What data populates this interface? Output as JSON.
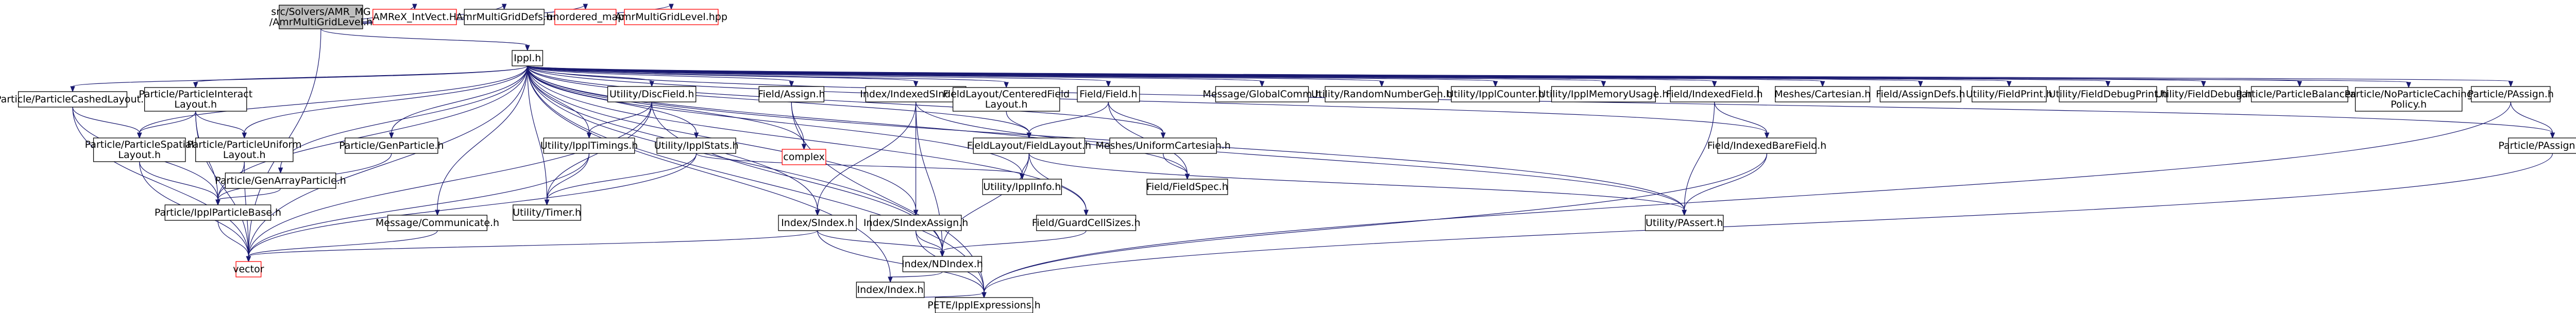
{
  "colors": {
    "root_fill": "#bfbfbf",
    "node_border": "#000000",
    "missing_border": "#ff0000",
    "edge": "#191970",
    "background": "#ffffff"
  },
  "nodes": [
    {
      "id": "root",
      "label": [
        "src/Solvers/AMR_MG",
        "/AmrMultiGridLevel.h"
      ],
      "kind": "root"
    },
    {
      "id": "AMReXinterface",
      "label": [
        "AMReX_IntVect.H"
      ],
      "kind": "missing"
    },
    {
      "id": "AmrMultiGridDefs",
      "label": [
        "AmrMultiGridDefs.h"
      ],
      "kind": "normal"
    },
    {
      "id": "unordered_map",
      "label": [
        "unordered_map"
      ],
      "kind": "missing"
    },
    {
      "id": "AmrMultiGridLevel_hpp",
      "label": [
        "AmrMultiGridLevel.hpp"
      ],
      "kind": "missing"
    },
    {
      "id": "Ippl",
      "label": [
        "Ippl.h"
      ],
      "kind": "normal"
    },
    {
      "id": "PCCL",
      "label": [
        "Particle/ParticleCashedLayout.h"
      ],
      "kind": "normal"
    },
    {
      "id": "PIL",
      "label": [
        "Particle/ParticleInteract",
        "Layout.h"
      ],
      "kind": "normal"
    },
    {
      "id": "PSL",
      "label": [
        "Particle/ParticleSpatial",
        "Layout.h"
      ],
      "kind": "normal"
    },
    {
      "id": "PUL",
      "label": [
        "Particle/ParticleUniform",
        "Layout.h"
      ],
      "kind": "normal"
    },
    {
      "id": "PGAP",
      "label": [
        "Particle/GenArrayParticle.h"
      ],
      "kind": "normal"
    },
    {
      "id": "PGP",
      "label": [
        "Particle/GenParticle.h"
      ],
      "kind": "normal"
    },
    {
      "id": "IPB",
      "label": [
        "Particle/IpplParticleBase.h"
      ],
      "kind": "normal"
    },
    {
      "id": "vector",
      "label": [
        "vector"
      ],
      "kind": "missing"
    },
    {
      "id": "UDiscField",
      "label": [
        "Utility/DiscField.h"
      ],
      "kind": "normal"
    },
    {
      "id": "UIpplTimings",
      "label": [
        "Utility/IpplTimings.h"
      ],
      "kind": "normal"
    },
    {
      "id": "UTimer",
      "label": [
        "Utility/Timer.h"
      ],
      "kind": "normal"
    },
    {
      "id": "MComm",
      "label": [
        "Message/Communicate.h"
      ],
      "kind": "normal"
    },
    {
      "id": "UIpplStats",
      "label": [
        "Utility/IpplStats.h"
      ],
      "kind": "normal"
    },
    {
      "id": "FAssign",
      "label": [
        "Field/Assign.h"
      ],
      "kind": "normal"
    },
    {
      "id": "complex",
      "label": [
        "complex"
      ],
      "kind": "missing"
    },
    {
      "id": "IIndexedSIndex",
      "label": [
        "Index/IndexedSIndex.h"
      ],
      "kind": "normal"
    },
    {
      "id": "ISIndex",
      "label": [
        "Index/SIndex.h"
      ],
      "kind": "normal"
    },
    {
      "id": "ISIndexAssign",
      "label": [
        "Index/SIndexAssign.h"
      ],
      "kind": "normal"
    },
    {
      "id": "INDIndex",
      "label": [
        "Index/NDIndex.h"
      ],
      "kind": "normal"
    },
    {
      "id": "IIndex",
      "label": [
        "Index/Index.h"
      ],
      "kind": "normal"
    },
    {
      "id": "PETE",
      "label": [
        "PETE/IpplExpressions.h"
      ],
      "kind": "normal"
    },
    {
      "id": "FLCFL",
      "label": [
        "FieldLayout/CenteredField",
        "Layout.h"
      ],
      "kind": "normal"
    },
    {
      "id": "FLFL",
      "label": [
        "FieldLayout/FieldLayout.h"
      ],
      "kind": "normal"
    },
    {
      "id": "UIpplInfo",
      "label": [
        "Utility/IpplInfo.h"
      ],
      "kind": "normal"
    },
    {
      "id": "FGCS",
      "label": [
        "Field/GuardCellSizes.h"
      ],
      "kind": "normal"
    },
    {
      "id": "FField",
      "label": [
        "Field/Field.h"
      ],
      "kind": "normal"
    },
    {
      "id": "MCartesian",
      "label": [
        "Meshes/UniformCartesian.h"
      ],
      "kind": "normal"
    },
    {
      "id": "FFieldSpec",
      "label": [
        "Field/FieldSpec.h"
      ],
      "kind": "normal"
    },
    {
      "id": "MGlobalComm",
      "label": [
        "Message/GlobalComm.h"
      ],
      "kind": "normal"
    },
    {
      "id": "URNG",
      "label": [
        "Utility/RandomNumberGen.h"
      ],
      "kind": "normal"
    },
    {
      "id": "UIpplCounter",
      "label": [
        "Utility/IpplCounter.h"
      ],
      "kind": "normal"
    },
    {
      "id": "UIpplMem",
      "label": [
        "Utility/IpplMemoryUsage.h"
      ],
      "kind": "normal"
    },
    {
      "id": "FIndexedField",
      "label": [
        "Field/IndexedField.h"
      ],
      "kind": "normal"
    },
    {
      "id": "FIBF",
      "label": [
        "Field/IndexedBareField.h"
      ],
      "kind": "normal"
    },
    {
      "id": "UPAssert",
      "label": [
        "Utility/PAssert.h"
      ],
      "kind": "normal"
    },
    {
      "id": "MCart",
      "label": [
        "Meshes/Cartesian.h"
      ],
      "kind": "normal"
    },
    {
      "id": "FAssignDefs",
      "label": [
        "Field/AssignDefs.h"
      ],
      "kind": "normal"
    },
    {
      "id": "UFieldPrint",
      "label": [
        "Utility/FieldPrint.h"
      ],
      "kind": "normal"
    },
    {
      "id": "UFieldDebugPrint",
      "label": [
        "Utility/FieldDebugPrint.h"
      ],
      "kind": "normal"
    },
    {
      "id": "UFieldDebug",
      "label": [
        "Utility/FieldDebug.h"
      ],
      "kind": "normal"
    },
    {
      "id": "PBalancer",
      "label": [
        "Particle/ParticleBalancer.h"
      ],
      "kind": "normal"
    },
    {
      "id": "PNoCaching",
      "label": [
        "Particle/NoParticleCaching",
        "Policy.h"
      ],
      "kind": "normal"
    },
    {
      "id": "PPAssign",
      "label": [
        "Particle/PAssign.h"
      ],
      "kind": "normal"
    },
    {
      "id": "PPAssignDefs",
      "label": [
        "Particle/PAssignDefs.h"
      ],
      "kind": "normal"
    }
  ],
  "edges": [
    [
      "root",
      "AMReXinterface"
    ],
    [
      "root",
      "AmrMultiGridDefs"
    ],
    [
      "root",
      "unordered_map"
    ],
    [
      "root",
      "AmrMultiGridLevel_hpp"
    ],
    [
      "root",
      "Ippl"
    ],
    [
      "root",
      "vector"
    ],
    [
      "Ippl",
      "PCCL"
    ],
    [
      "Ippl",
      "PIL"
    ],
    [
      "Ippl",
      "PSL"
    ],
    [
      "Ippl",
      "PUL"
    ],
    [
      "Ippl",
      "PGAP"
    ],
    [
      "Ippl",
      "PGP"
    ],
    [
      "Ippl",
      "IPB"
    ],
    [
      "Ippl",
      "UDiscField"
    ],
    [
      "Ippl",
      "UIpplTimings"
    ],
    [
      "Ippl",
      "UTimer"
    ],
    [
      "Ippl",
      "MComm"
    ],
    [
      "Ippl",
      "UIpplStats"
    ],
    [
      "Ippl",
      "FAssign"
    ],
    [
      "Ippl",
      "complex"
    ],
    [
      "Ippl",
      "IIndexedSIndex"
    ],
    [
      "Ippl",
      "ISIndex"
    ],
    [
      "Ippl",
      "ISIndexAssign"
    ],
    [
      "Ippl",
      "INDIndex"
    ],
    [
      "Ippl",
      "IIndex"
    ],
    [
      "Ippl",
      "PETE"
    ],
    [
      "Ippl",
      "FLCFL"
    ],
    [
      "Ippl",
      "FLFL"
    ],
    [
      "Ippl",
      "UIpplInfo"
    ],
    [
      "Ippl",
      "FGCS"
    ],
    [
      "Ippl",
      "FField"
    ],
    [
      "Ippl",
      "MCartesian"
    ],
    [
      "Ippl",
      "FFieldSpec"
    ],
    [
      "Ippl",
      "MGlobalComm"
    ],
    [
      "Ippl",
      "URNG"
    ],
    [
      "Ippl",
      "UIpplCounter"
    ],
    [
      "Ippl",
      "UIpplMem"
    ],
    [
      "Ippl",
      "FIndexedField"
    ],
    [
      "Ippl",
      "FIBF"
    ],
    [
      "Ippl",
      "UPAssert"
    ],
    [
      "Ippl",
      "MCart"
    ],
    [
      "Ippl",
      "FAssignDefs"
    ],
    [
      "Ippl",
      "UFieldPrint"
    ],
    [
      "Ippl",
      "UFieldDebugPrint"
    ],
    [
      "Ippl",
      "UFieldDebug"
    ],
    [
      "Ippl",
      "PBalancer"
    ],
    [
      "Ippl",
      "PNoCaching"
    ],
    [
      "Ippl",
      "PPAssign"
    ],
    [
      "Ippl",
      "PPAssignDefs"
    ],
    [
      "Ippl",
      "vector"
    ],
    [
      "PCCL",
      "PSL"
    ],
    [
      "PCCL",
      "IPB"
    ],
    [
      "PCCL",
      "vector"
    ],
    [
      "PIL",
      "PSL"
    ],
    [
      "PIL",
      "PUL"
    ],
    [
      "PIL",
      "IPB"
    ],
    [
      "PIL",
      "vector"
    ],
    [
      "PSL",
      "IPB"
    ],
    [
      "PSL",
      "vector"
    ],
    [
      "PUL",
      "IPB"
    ],
    [
      "PUL",
      "vector"
    ],
    [
      "PGAP",
      "IPB"
    ],
    [
      "PGP",
      "IPB"
    ],
    [
      "IPB",
      "vector"
    ],
    [
      "UDiscField",
      "UIpplTimings"
    ],
    [
      "UDiscField",
      "UTimer"
    ],
    [
      "UDiscField",
      "vector"
    ],
    [
      "UDiscField",
      "INDIndex"
    ],
    [
      "UIpplTimings",
      "UTimer"
    ],
    [
      "UIpplTimings",
      "vector"
    ],
    [
      "MComm",
      "vector"
    ],
    [
      "UIpplStats",
      "UTimer"
    ],
    [
      "UIpplStats",
      "vector"
    ],
    [
      "UIpplStats",
      "UIpplInfo"
    ],
    [
      "FAssign",
      "complex"
    ],
    [
      "FAssign",
      "PETE"
    ],
    [
      "IIndexedSIndex",
      "ISIndex"
    ],
    [
      "IIndexedSIndex",
      "INDIndex"
    ],
    [
      "IIndexedSIndex",
      "UPAssert"
    ],
    [
      "IIndexedSIndex",
      "ISIndexAssign"
    ],
    [
      "ISIndex",
      "vector"
    ],
    [
      "ISIndex",
      "INDIndex"
    ],
    [
      "ISIndex",
      "PETE"
    ],
    [
      "ISIndexAssign",
      "INDIndex"
    ],
    [
      "ISIndexAssign",
      "PETE"
    ],
    [
      "INDIndex",
      "IIndex"
    ],
    [
      "IIndex",
      "PETE"
    ],
    [
      "FLCFL",
      "FLFL"
    ],
    [
      "FLFL",
      "INDIndex"
    ],
    [
      "FLFL",
      "UIpplInfo"
    ],
    [
      "FLFL",
      "FGCS"
    ],
    [
      "FLFL",
      "UPAssert"
    ],
    [
      "FGCS",
      "INDIndex"
    ],
    [
      "FField",
      "FFieldSpec"
    ],
    [
      "FField",
      "MCartesian"
    ],
    [
      "FField",
      "FLFL"
    ],
    [
      "MCartesian",
      "FFieldSpec"
    ],
    [
      "FIndexedField",
      "FIBF"
    ],
    [
      "FIndexedField",
      "UPAssert"
    ],
    [
      "FIBF",
      "UPAssert"
    ],
    [
      "FIBF",
      "PETE"
    ],
    [
      "PPAssign",
      "PPAssignDefs"
    ],
    [
      "PPAssign",
      "PETE"
    ],
    [
      "PPAssignDefs",
      "PETE"
    ]
  ]
}
